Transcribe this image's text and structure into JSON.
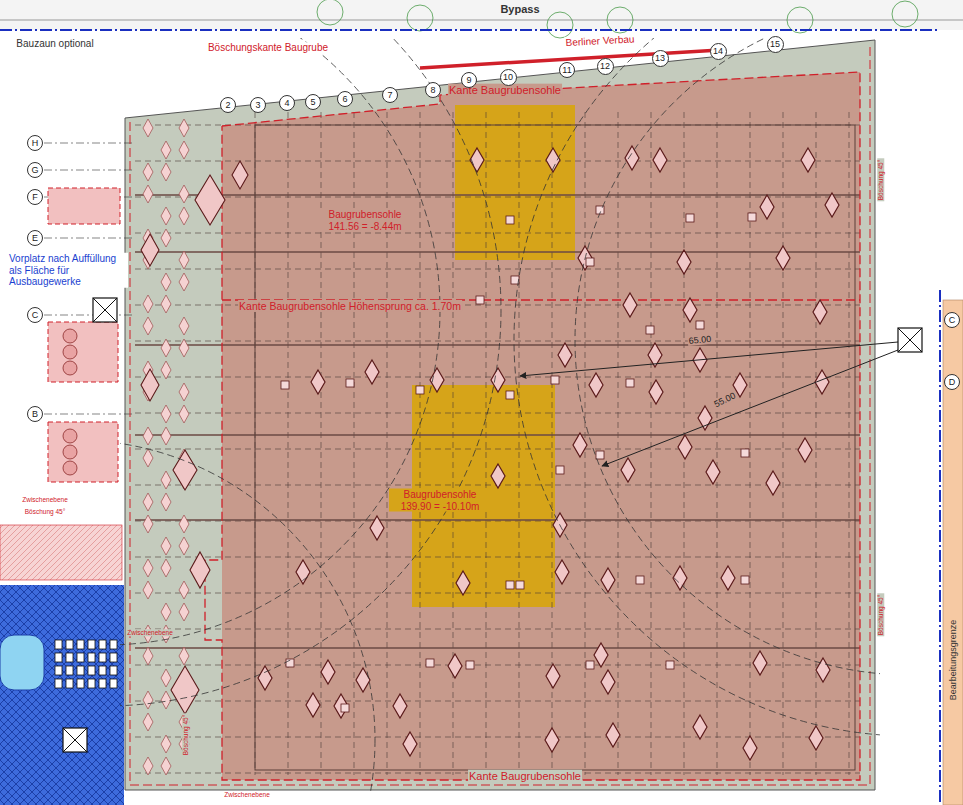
{
  "diagram": {
    "nodes": [
      {
        "text": [
          "2"
        ]
      },
      {
        "text": [
          "3"
        ]
      },
      {
        "text": [
          "4"
        ]
      },
      {
        "text": [
          "5"
        ]
      },
      {
        "text": [
          "6"
        ]
      },
      {
        "text": [
          "7"
        ]
      },
      {
        "text": [
          "8"
        ]
      },
      {
        "text": [
          "9"
        ]
      },
      {
        "text": [
          "10"
        ]
      },
      {
        "text": [
          "11"
        ]
      },
      {
        "text": [
          "12"
        ]
      },
      {
        "text": [
          "13"
        ]
      },
      {
        "text": [
          "14"
        ]
      },
      {
        "text": [
          "15"
        ]
      },
      {
        "text": [
          "H"
        ]
      },
      {
        "text": [
          "G"
        ]
      },
      {
        "text": [
          "F"
        ]
      },
      {
        "text": [
          "E"
        ]
      },
      {
        "text": [
          "C"
        ]
      },
      {
        "text": [
          "B"
        ]
      },
      {
        "text": [
          "C"
        ]
      },
      {
        "text": [
          "D"
        ]
      }
    ],
    "labels": [
      "Bypass",
      "Bauzaun optional",
      "Böschungskante Baugrube",
      "Berliner Verbau",
      "Kante Baugrubensohle",
      "Baugrubensohle 141.56 = -8.44m",
      "Kante Baugrubensohle Höhensprung ca. 1.70m",
      "Vorplatz nach Auffüllung als Fläche für Ausbaugewerke",
      "65.00",
      "55.00",
      "Baugrubensohle 139.90 = -10.10m",
      "Kante Baugrubensohle",
      "Bearbeitungsgrenze",
      "Böschung 45°",
      "Böschung 45°",
      "Böschung 45°",
      "Böschung 45°",
      "Zwischenebene",
      "Zwischenebene",
      "Zwischenebene"
    ]
  }
}
